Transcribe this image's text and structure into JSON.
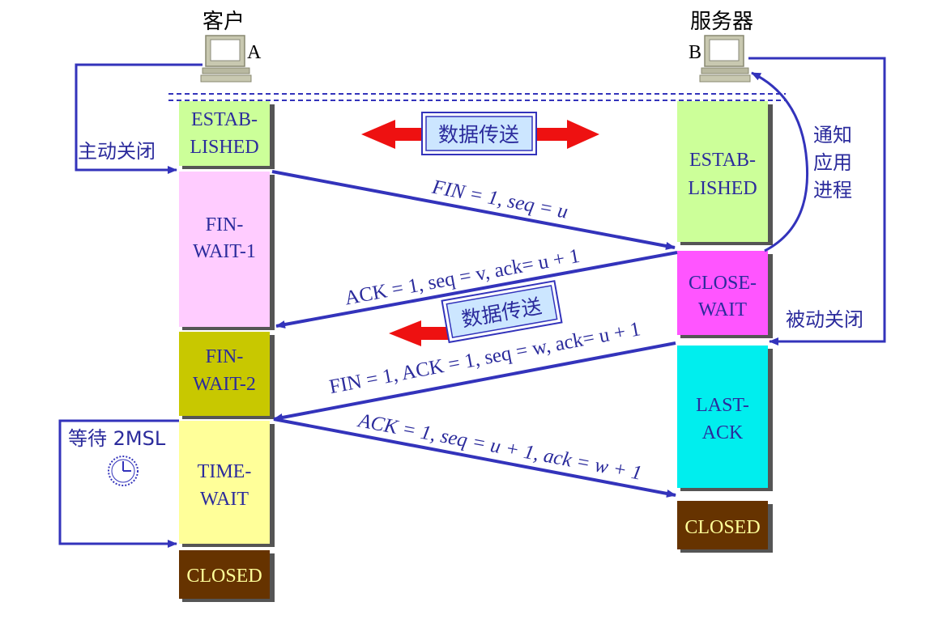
{
  "client": {
    "title": "客户",
    "letter": "A"
  },
  "server": {
    "title": "服务器",
    "letter": "B"
  },
  "client_states": {
    "established": [
      "ESTAB-",
      "LISHED"
    ],
    "fin_wait_1": [
      "FIN-",
      "WAIT-1"
    ],
    "fin_wait_2": [
      "FIN-",
      "WAIT-2"
    ],
    "time_wait": [
      "TIME-",
      "WAIT"
    ],
    "closed": "CLOSED"
  },
  "server_states": {
    "established": [
      "ESTAB-",
      "LISHED"
    ],
    "close_wait": [
      "CLOSE-",
      "WAIT"
    ],
    "last_ack": [
      "LAST-",
      "ACK"
    ],
    "closed": "CLOSED"
  },
  "labels": {
    "active_close": "主动关闭",
    "passive_close": "被动关闭",
    "notify_app": [
      "通知",
      "应用",
      "进程"
    ],
    "wait_2msl": "等待 2MSL",
    "data_transfer": "数据传送"
  },
  "messages": {
    "fin1": "FIN = 1, seq = u",
    "ack1": "ACK = 1, seq = v, ack= u + 1",
    "fin2": "FIN = 1, ACK = 1, seq = w, ack= u + 1",
    "ack2": "ACK = 1, seq = u + 1, ack = w + 1"
  },
  "colors": {
    "arrow_blue": "#3333bb",
    "text_blue": "#2b2b9c",
    "data_arrow_red": "#ee1111",
    "established": "#ccff99",
    "fin_wait_1": "#ffccff",
    "fin_wait_2": "#c8c800",
    "time_wait": "#ffff99",
    "closed": "#663300",
    "closed_text": "#ffff99",
    "close_wait": "#ff55ff",
    "last_ack": "#00eeee",
    "data_box": "#cce6ff"
  }
}
